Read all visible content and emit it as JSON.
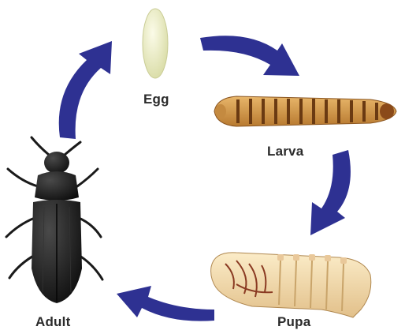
{
  "stages": {
    "egg": {
      "label": "Egg"
    },
    "larva": {
      "label": "Larva"
    },
    "pupa": {
      "label": "Pupa"
    },
    "adult": {
      "label": "Adult"
    }
  },
  "colors": {
    "arrow": "#2e3192",
    "egg": "#eef0c4",
    "larva_body": "#d49a4a",
    "larva_band": "#6a3a12",
    "pupa_body": "#f3ddb2",
    "pupa_detail": "#8a3a22",
    "adult_body": "#1a1a1a"
  },
  "icons": {
    "egg": "egg-image",
    "larva": "larva-image",
    "pupa": "pupa-image",
    "adult": "beetle-image",
    "arrows": "cycle-arrow"
  }
}
